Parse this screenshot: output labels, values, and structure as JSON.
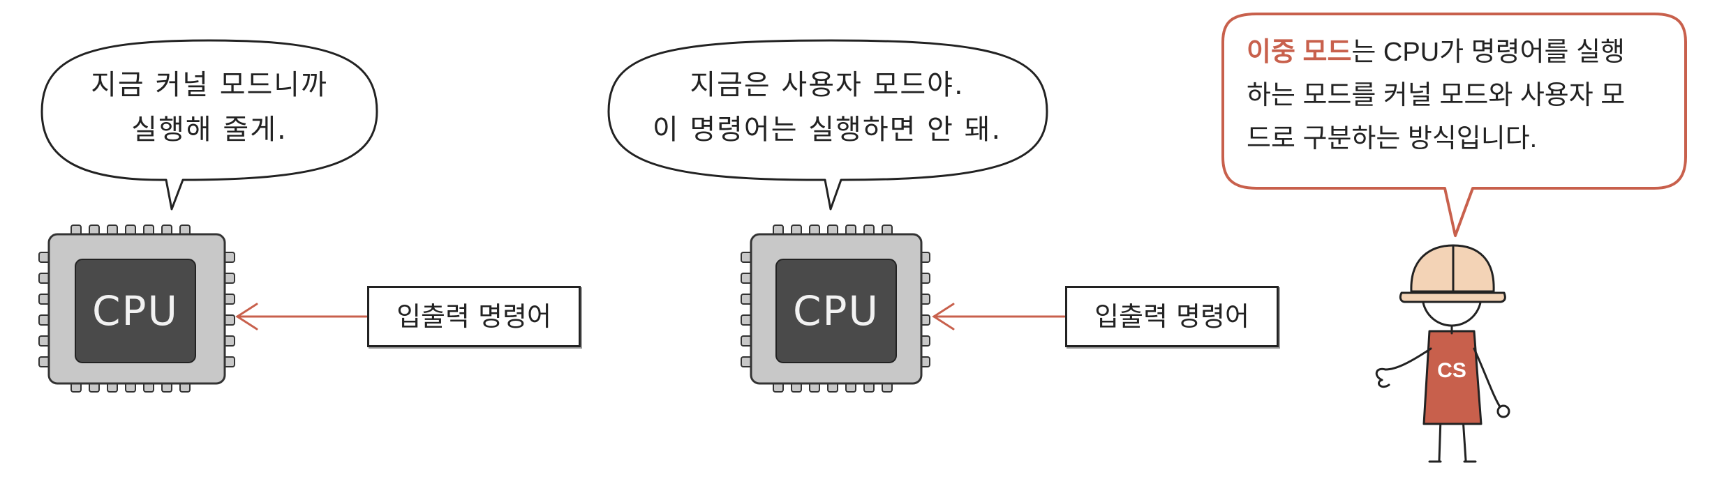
{
  "left_panel": {
    "speech_lines": [
      "지금 커널 모드니까",
      "실행해 줄게."
    ],
    "cpu_label": "CPU",
    "io_label": "입출력 명령어"
  },
  "middle_panel": {
    "speech_lines": [
      "지금은 사용자 모드야.",
      "이 명령어는 실행하면 안 돼."
    ],
    "cpu_label": "CPU",
    "io_label": "입출력 명령어"
  },
  "explanation": {
    "highlight": "이중 모드",
    "line1_rest": "는 CPU가 명령어를 실행",
    "line2": "하는 모드를 커널 모드와 사용자 모",
    "line3": "드로 구분하는 방식입니다."
  },
  "character": {
    "shirt_label": "CS"
  },
  "colors": {
    "accent": "#c8604c",
    "cpu_body": "#c8c8c8",
    "cpu_core": "#4a4a4a",
    "arrow": "#c8604c"
  }
}
